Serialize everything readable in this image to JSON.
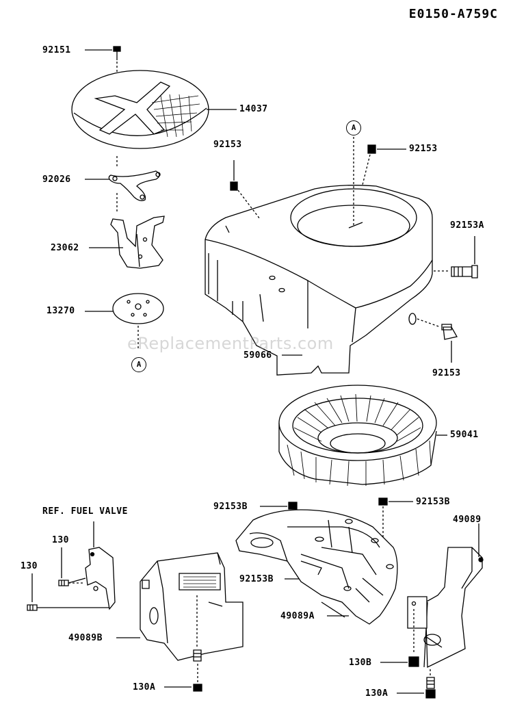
{
  "diagram_code": "E0150-A759C",
  "watermark": "eReplacementParts.com",
  "ref_marker": "A",
  "ref_note": "REF. FUEL VALVE",
  "parts": {
    "p92151": "92151",
    "p14037": "14037",
    "p92026": "92026",
    "p23062": "23062",
    "p13270": "13270",
    "p92153_top_left": "92153",
    "p92153_top_right": "92153",
    "p92153A": "92153A",
    "p59066": "59066",
    "p92153_right": "92153",
    "p59041": "59041",
    "p92153B_left": "92153B",
    "p92153B_right": "92153B",
    "p92153B_mid": "92153B",
    "p49089": "49089",
    "p130_upper": "130",
    "p130_lower": "130",
    "p49089B": "49089B",
    "p49089A": "49089A",
    "p130B": "130B",
    "p130A_left": "130A",
    "p130A_right": "130A"
  }
}
